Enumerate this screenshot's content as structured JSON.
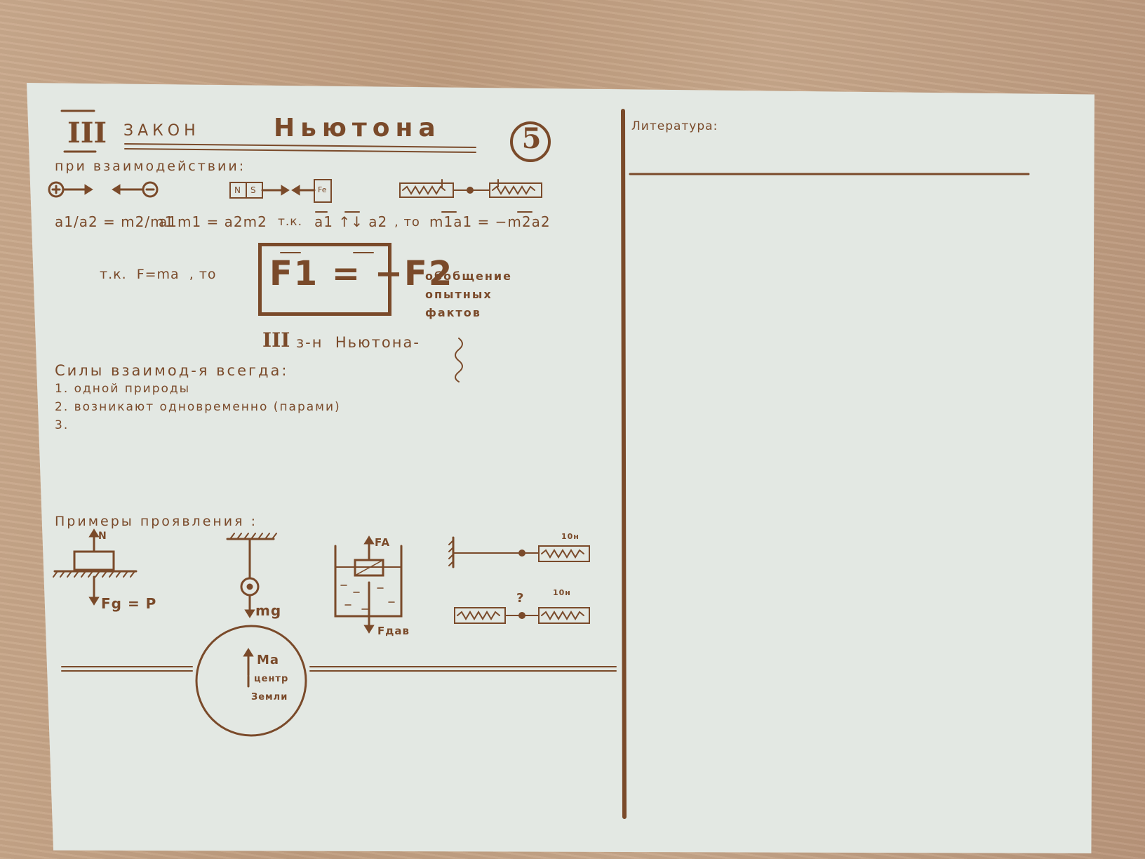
{
  "header": {
    "roman_numeral": "III",
    "word_law": "ЗАКОН",
    "name": "Ньютона",
    "card_number": "5"
  },
  "intro": "при взаимодействии:",
  "magnet_labels": {
    "n": "N",
    "s": "S",
    "fe": "Fe"
  },
  "formula_line": {
    "ratio_left": "a1/a2 = m2/m1",
    "product": "a1m1 = a2m2",
    "tk": "т.к.",
    "direction": "a1 ↑↓ a2",
    "to": ", то",
    "vector_eq": "m1a1 = −m2a2"
  },
  "newton3": {
    "condition": "т.к.  F=ma  , то",
    "law_box": "F1 = −F2",
    "note_line1": "обобщение",
    "note_line2": "опытных",
    "note_line3": "фактов",
    "caption_numeral": "III",
    "caption_text": "з-н  Ньютона-"
  },
  "forces": {
    "heading": "Силы взаимод-я всегда:",
    "items": [
      "1. одной природы",
      "2. возникают одновременно (парами)",
      "3."
    ]
  },
  "examples": {
    "heading": "Примеры проявления :",
    "labels": {
      "normal": "N",
      "weight": "Fg = P",
      "gravity": "mg",
      "archimedes": "FA",
      "pressure": "Fдав",
      "spring_top": "10н",
      "spring_bottom": "10н",
      "question": "?",
      "earth_force": "Ma",
      "earth_center_1": "центр",
      "earth_center_2": "Земли"
    }
  },
  "literature": {
    "label": "Литература:"
  },
  "colors": {
    "ink": "#7a4a2a",
    "paper": "#e3e8e3",
    "table": "#c3a285"
  }
}
